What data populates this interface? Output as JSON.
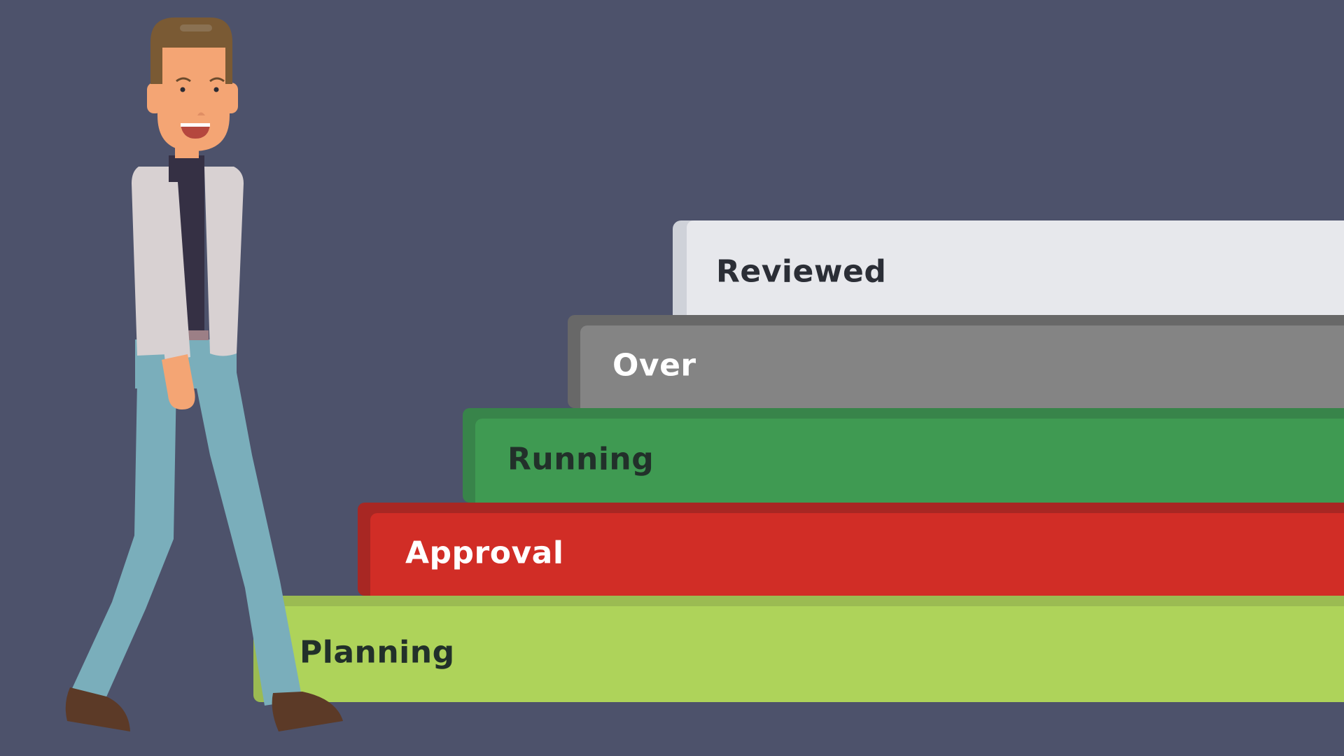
{
  "scene": {
    "background_color": "#4d526b",
    "description": "Flat illustration of a smiling man walking toward a staircase of project phase steps"
  },
  "steps": [
    {
      "id": "reviewed",
      "label": "Reviewed",
      "side_color": "#cfd2d9",
      "face_color": "#e7e8ec",
      "text_color": "#2b2e36"
    },
    {
      "id": "over",
      "label": "Over",
      "side_color": "#686868",
      "face_color": "#848484",
      "text_color": "#ffffff"
    },
    {
      "id": "running",
      "label": "Running",
      "side_color": "#38844a",
      "face_color": "#3f9a52",
      "text_color": "#22302a"
    },
    {
      "id": "approval",
      "label": "Approval",
      "side_color": "#a82723",
      "face_color": "#d12d26",
      "text_color": "#ffffff"
    },
    {
      "id": "planning",
      "label": "Planning",
      "side_color": "#9bbb52",
      "face_color": "#aed35a",
      "text_color": "#22302a"
    }
  ],
  "character": {
    "hair_color": "#7a5a34",
    "skin_color": "#f4a574",
    "jacket_color": "#d8d1d2",
    "shirt_color": "#353044",
    "jeans_color": "#7aaebb",
    "belt_color": "#9c7f86",
    "shoe_color": "#5c3a27",
    "mouth_color": "#b5473e"
  }
}
